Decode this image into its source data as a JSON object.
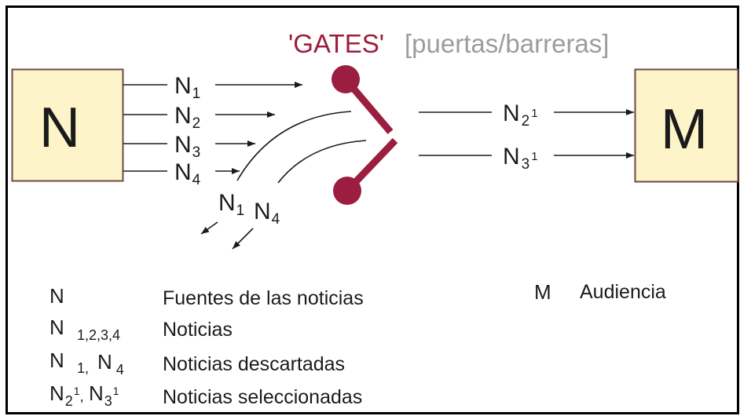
{
  "title": {
    "gates_label": "'GATES'",
    "gates_translation": "[puertas/barreras]"
  },
  "source_box": {
    "label": "N"
  },
  "audience_box": {
    "label": "M"
  },
  "incoming_news": [
    {
      "base": "N",
      "sub": "1"
    },
    {
      "base": "N",
      "sub": "2"
    },
    {
      "base": "N",
      "sub": "3"
    },
    {
      "base": "N",
      "sub": "4"
    }
  ],
  "discarded_news": [
    {
      "base": "N",
      "sub": "1"
    },
    {
      "base": "N",
      "sub": "4"
    }
  ],
  "selected_news": [
    {
      "base": "N",
      "sub": "2",
      "sup": "1"
    },
    {
      "base": "N",
      "sub": "3",
      "sup": "1"
    }
  ],
  "legend": {
    "sources": {
      "symbol": "N",
      "description": "Fuentes de las noticias"
    },
    "news": {
      "symbol": "N",
      "sub": "1,2,3,4",
      "description": "Noticias"
    },
    "discarded": {
      "symbols": [
        {
          "base": "N",
          "sub": "1",
          "sep": ","
        },
        {
          "base": "N",
          "sub": "4"
        }
      ],
      "description": "Noticias descartadas"
    },
    "selected": {
      "symbols": [
        {
          "base": "N",
          "sub": "2",
          "sup": "1",
          "sep": ","
        },
        {
          "base": "N",
          "sub": "3",
          "sup": "1"
        }
      ],
      "description": "Noticias seleccionadas"
    },
    "audience": {
      "symbol": "M",
      "description": "Audiencia"
    }
  },
  "colors": {
    "gate": "#9b1d3f",
    "title_accent": "#9b1d3f",
    "title_gray": "#9c9c9c",
    "box_fill": "#fdf5c9",
    "box_border": "#6f4848",
    "ink": "#1b1b1b",
    "frame": "#000000"
  }
}
